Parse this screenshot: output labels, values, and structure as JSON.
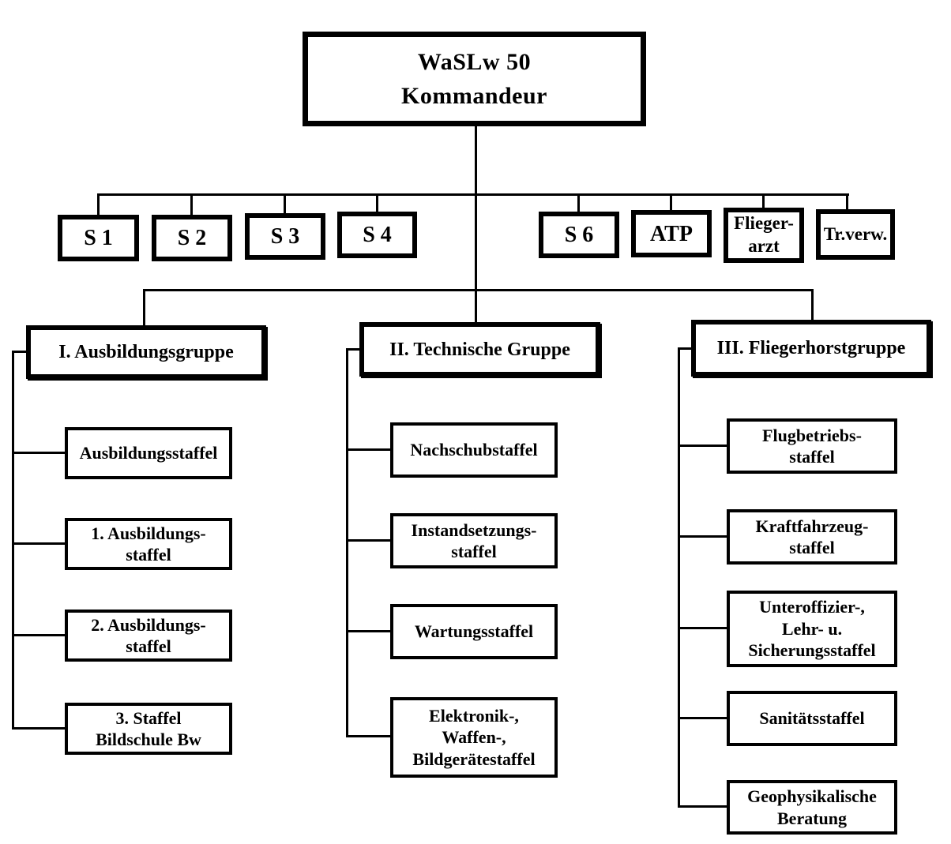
{
  "root": {
    "label": "WaSLw 50\nKommandeur"
  },
  "staff_boxes": [
    {
      "id": "s1",
      "label": "S 1"
    },
    {
      "id": "s2",
      "label": "S 2"
    },
    {
      "id": "s3",
      "label": "S 3"
    },
    {
      "id": "s4",
      "label": "S 4"
    },
    {
      "id": "s6",
      "label": "S 6"
    },
    {
      "id": "atp",
      "label": "ATP"
    },
    {
      "id": "fliegerarzt",
      "label": "Flieger-\narzt"
    },
    {
      "id": "truppenverwaltung",
      "label": "Tr.verw."
    }
  ],
  "groups": [
    {
      "label": "I. Ausbildungsgruppe",
      "children": [
        {
          "label": "Ausbildungsstaffel"
        },
        {
          "label": "1. Ausbildungs-\nstaffel"
        },
        {
          "label": "2. Ausbildungs-\nstaffel"
        },
        {
          "label": "3. Staffel\nBildschule Bw"
        }
      ]
    },
    {
      "label": "II. Technische Gruppe",
      "children": [
        {
          "label": "Nachschubstaffel"
        },
        {
          "label": "Instandsetzungs-\nstaffel"
        },
        {
          "label": "Wartungsstaffel"
        },
        {
          "label": "Elektronik-,\nWaffen-,\nBildgerätestaffel"
        }
      ]
    },
    {
      "label": "III. Fliegerhorstgruppe",
      "children": [
        {
          "label": "Flugbetriebs-\nstaffel"
        },
        {
          "label": "Kraftfahrzeug-\nstaffel"
        },
        {
          "label": "Unteroffizier-,\nLehr- u.\nSicherungsstaffel"
        },
        {
          "label": "Sanitätsstaffel"
        },
        {
          "label": "Geophysikalische\nBeratung"
        }
      ]
    }
  ],
  "colors": {
    "line": "#000000",
    "background": "#ffffff",
    "text": "#000000"
  }
}
